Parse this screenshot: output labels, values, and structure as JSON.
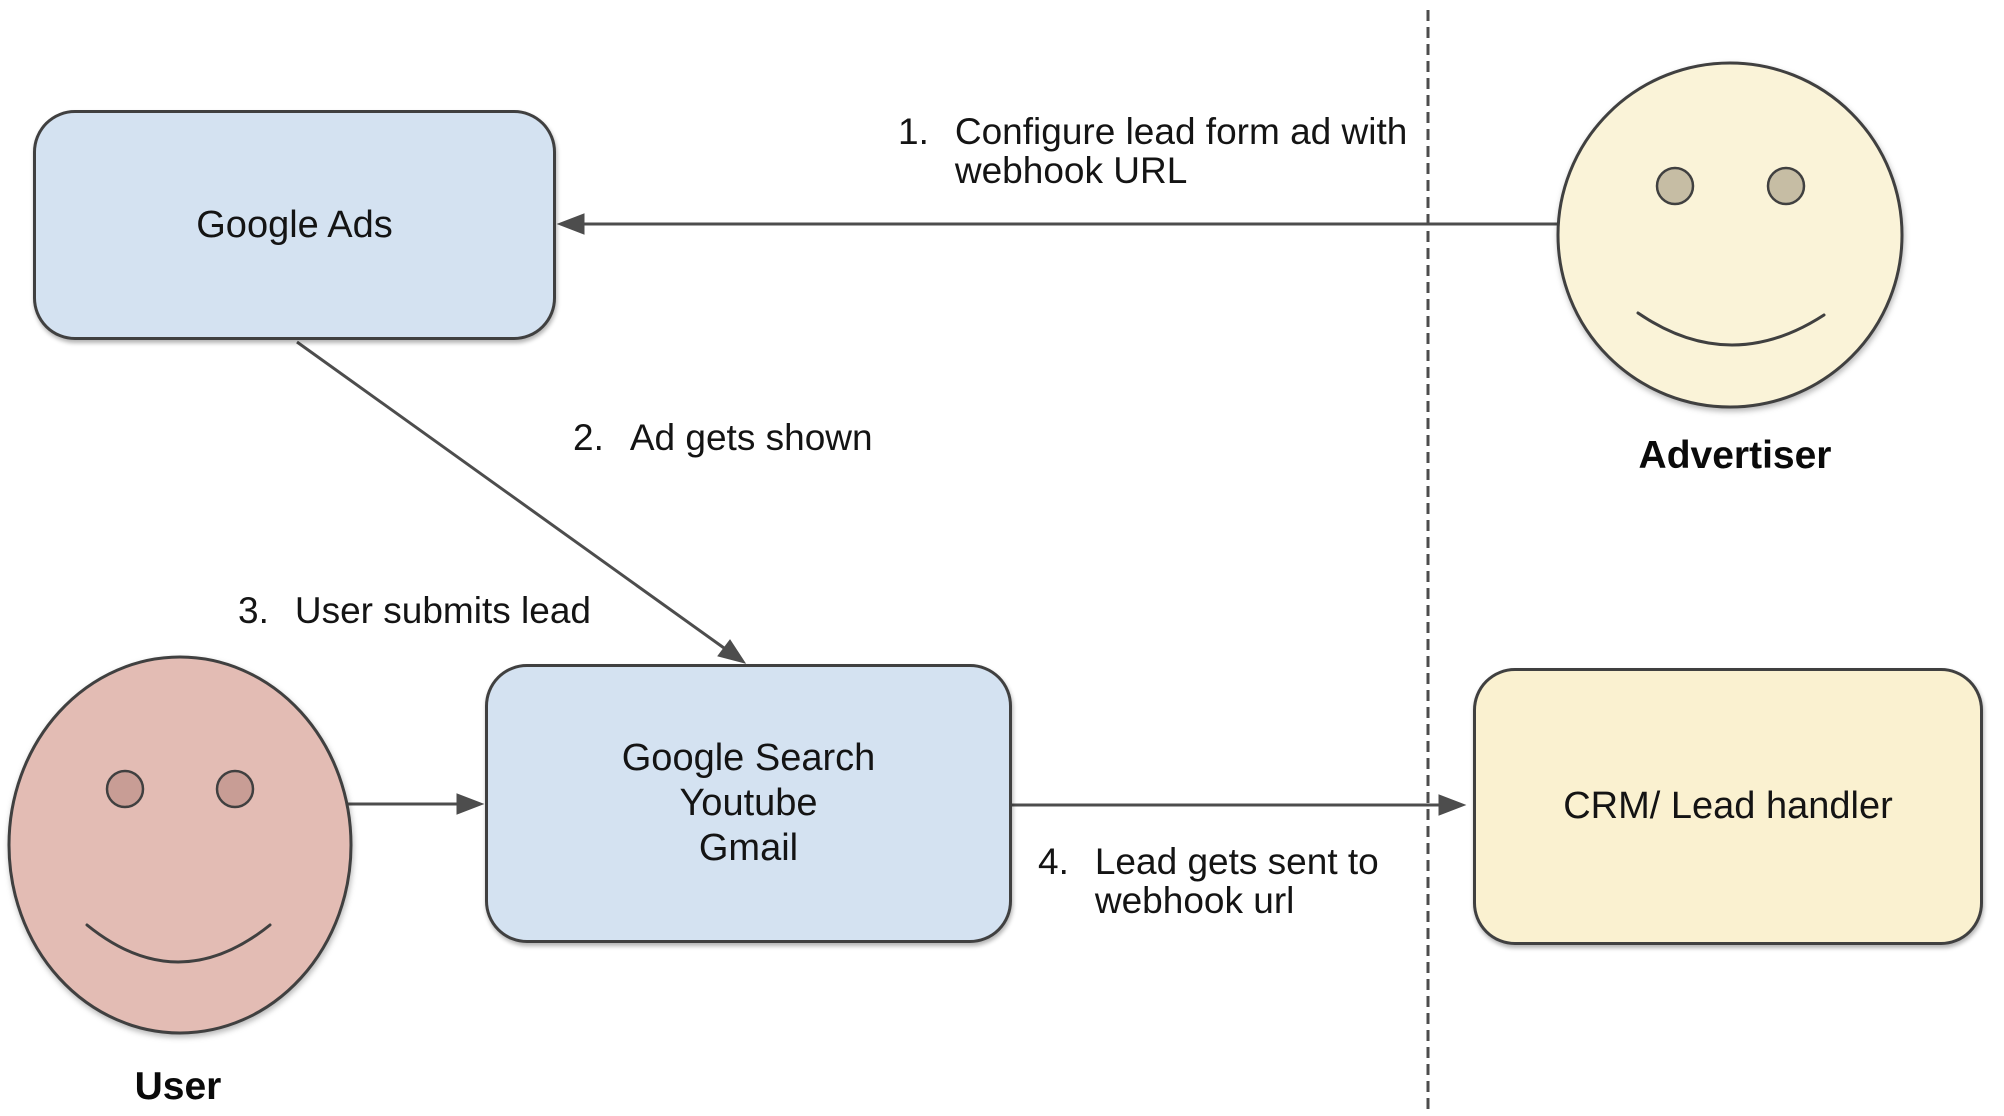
{
  "diagram": {
    "title_implicit": "Google Ads lead form webhook flow",
    "nodes": {
      "google_ads": {
        "label": "Google Ads"
      },
      "google_surfaces": {
        "lines": [
          "Google Search",
          "Youtube",
          "Gmail"
        ]
      },
      "crm": {
        "label": "CRM/ Lead handler"
      }
    },
    "actors": {
      "advertiser": {
        "label": "Advertiser"
      },
      "user": {
        "label": "User"
      }
    },
    "steps": [
      {
        "num": "1.",
        "lines": [
          "Configure lead form ad with",
          "webhook URL"
        ],
        "from": "Advertiser",
        "to": "Google Ads"
      },
      {
        "num": "2.",
        "lines": [
          "Ad gets shown"
        ],
        "from": "Google Ads",
        "to": "Google Search / Youtube / Gmail"
      },
      {
        "num": "3.",
        "lines": [
          "User submits lead"
        ],
        "from": "User",
        "to": "Google Search / Youtube / Gmail"
      },
      {
        "num": "4.",
        "lines": [
          "Lead gets sent to",
          "webhook url"
        ],
        "from": "Google Search / Youtube / Gmail",
        "to": "CRM/ Lead handler"
      }
    ],
    "colors": {
      "shape-border": "#404040",
      "line-color": "#4d4d4d",
      "node-blue": "#d4e2f1",
      "node-yellow": "#faf1d0",
      "face-yellow": "#faf3d8",
      "face-pink": "#e3bcb4",
      "eye-tan": "#c6bda4",
      "eye-pink": "#c89d95",
      "text-color": "#141414"
    }
  }
}
